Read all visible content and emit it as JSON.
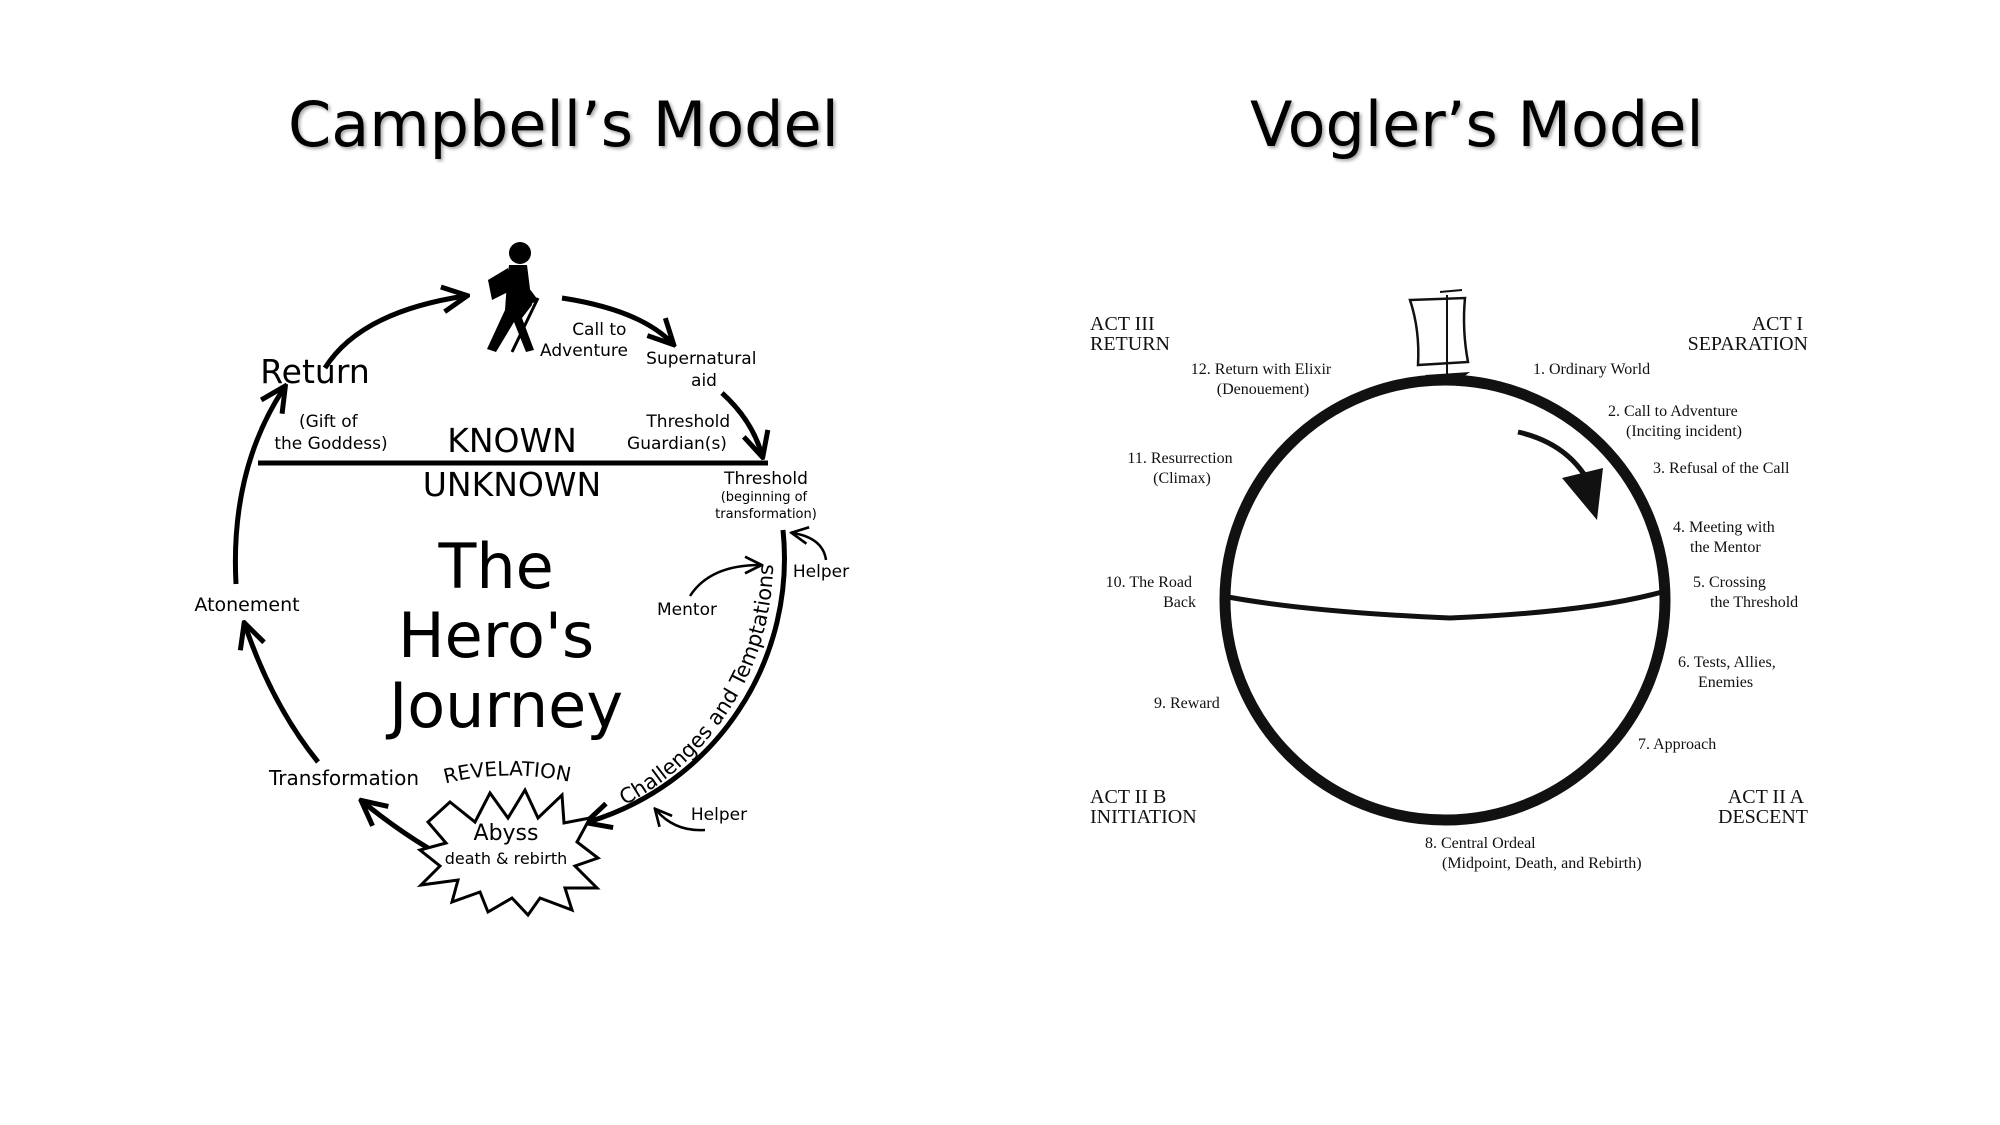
{
  "titles": {
    "campbell": "Campbell’s Model",
    "vogler": "Vogler’s Model"
  },
  "campbell": {
    "call": [
      "Call to",
      "Adventure"
    ],
    "supernatural": [
      "Supernatural",
      "aid"
    ],
    "return": "Return",
    "gift": [
      "(Gift of",
      "the Goddess)"
    ],
    "guardian": [
      "Threshold",
      "Guardian(s)"
    ],
    "known": "KNOWN",
    "unknown": "UNKNOWN",
    "threshold": "Threshold",
    "threshold_sub": [
      "(beginning of",
      "transformation)"
    ],
    "helper_top": "Helper",
    "mentor": "Mentor",
    "center": [
      "The",
      "Hero's",
      "Journey"
    ],
    "atonement": "Atonement",
    "challenges": "Challenges and Temptations",
    "transformation": "Transformation",
    "revelation": "REVELATION",
    "abyss": "Abyss",
    "abyss_sub": "death & rebirth",
    "helper_bottom": "Helper"
  },
  "vogler": {
    "act3": [
      "ACT III",
      "RETURN"
    ],
    "act1": [
      "ACT I",
      "SEPARATION"
    ],
    "act2b": [
      "ACT II B",
      "INITIATION"
    ],
    "act2a": [
      "ACT II A",
      "DESCENT"
    ],
    "s12": [
      "12. Return with Elixir",
      "(Denouement)"
    ],
    "s1": "1. Ordinary World",
    "s2": [
      "2. Call to Adventure",
      "(Inciting incident)"
    ],
    "s3": "3. Refusal of the Call",
    "s11": [
      "11. Resurrection",
      "(Climax)"
    ],
    "s4": [
      "4. Meeting with",
      "the Mentor"
    ],
    "s10": [
      "10. The Road",
      "Back"
    ],
    "s5": [
      "5. Crossing",
      "the Threshold"
    ],
    "s6": [
      "6. Tests, Allies,",
      "Enemies"
    ],
    "s9": "9. Reward",
    "s7": "7. Approach",
    "s8": [
      "8. Central Ordeal",
      "(Midpoint, Death, and Rebirth)"
    ]
  }
}
